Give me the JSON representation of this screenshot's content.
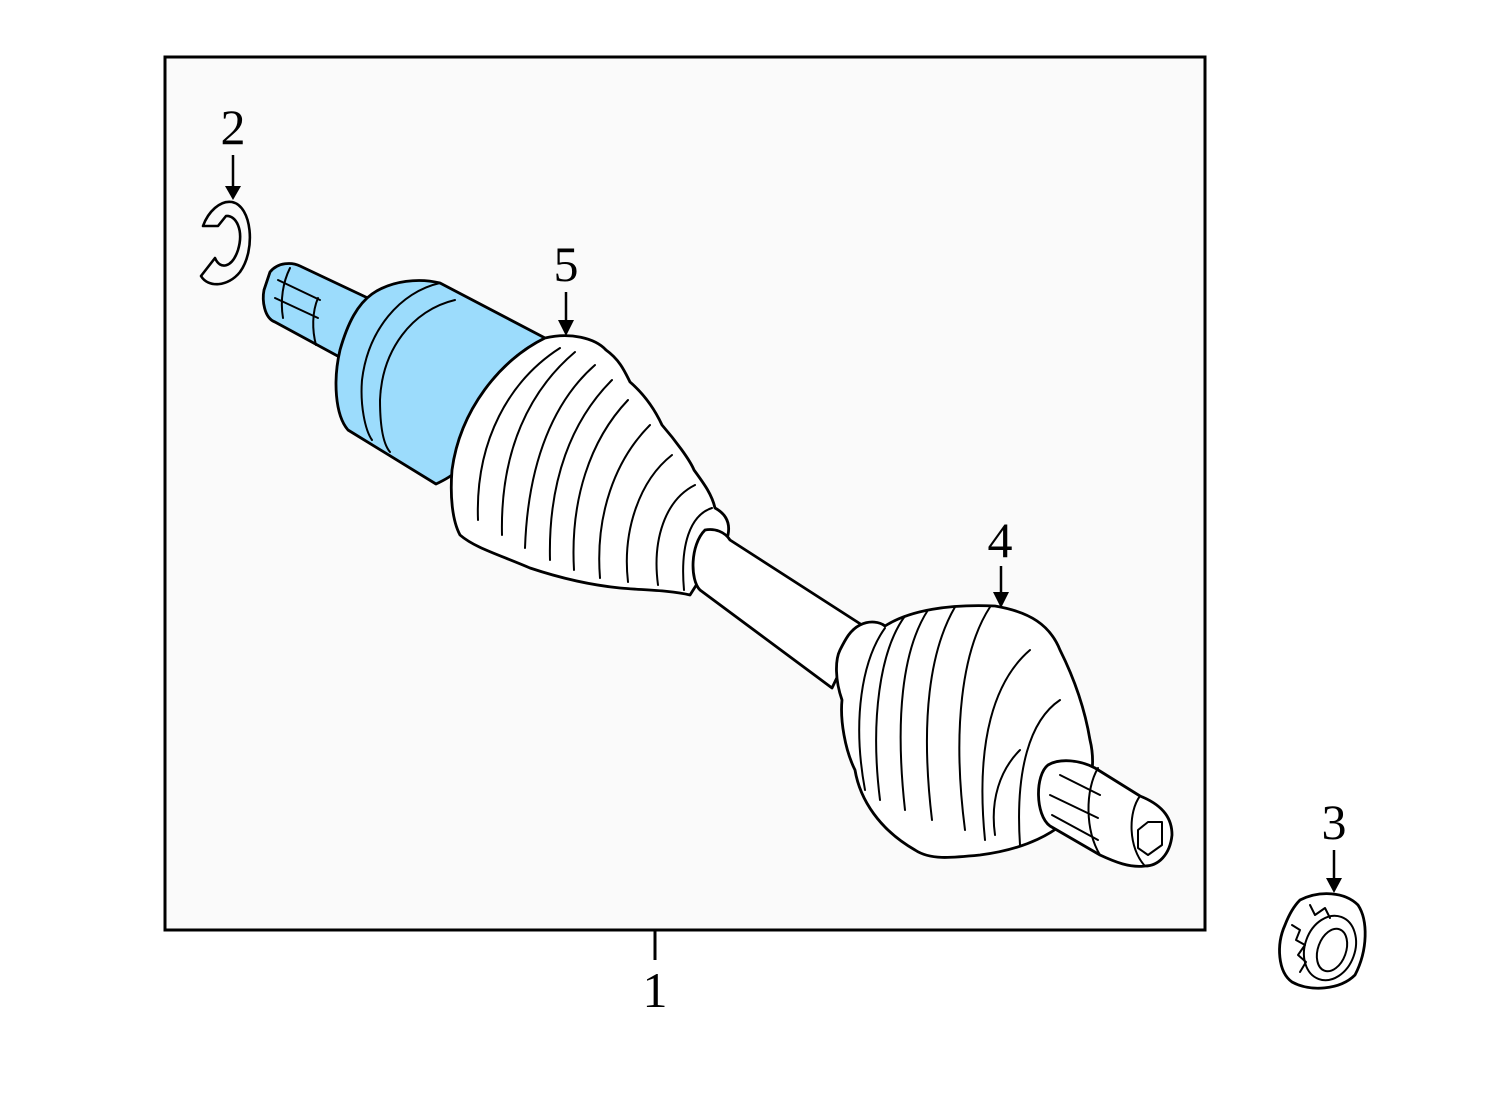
{
  "diagram": {
    "type": "exploded-parts-diagram",
    "subject": "CV axle shaft assembly",
    "highlight_color": "#9cdcfc",
    "frame_fill": "#fafafa",
    "callouts": [
      {
        "id": "1",
        "label": "1",
        "part": "axle-assembly"
      },
      {
        "id": "2",
        "label": "2",
        "part": "retaining-clip"
      },
      {
        "id": "3",
        "label": "3",
        "part": "axle-nut"
      },
      {
        "id": "4",
        "label": "4",
        "part": "outer-cv-boot"
      },
      {
        "id": "5",
        "label": "5",
        "part": "inner-cv-boot"
      }
    ]
  },
  "labels": {
    "c1": "1",
    "c2": "2",
    "c3": "3",
    "c4": "4",
    "c5": "5"
  }
}
